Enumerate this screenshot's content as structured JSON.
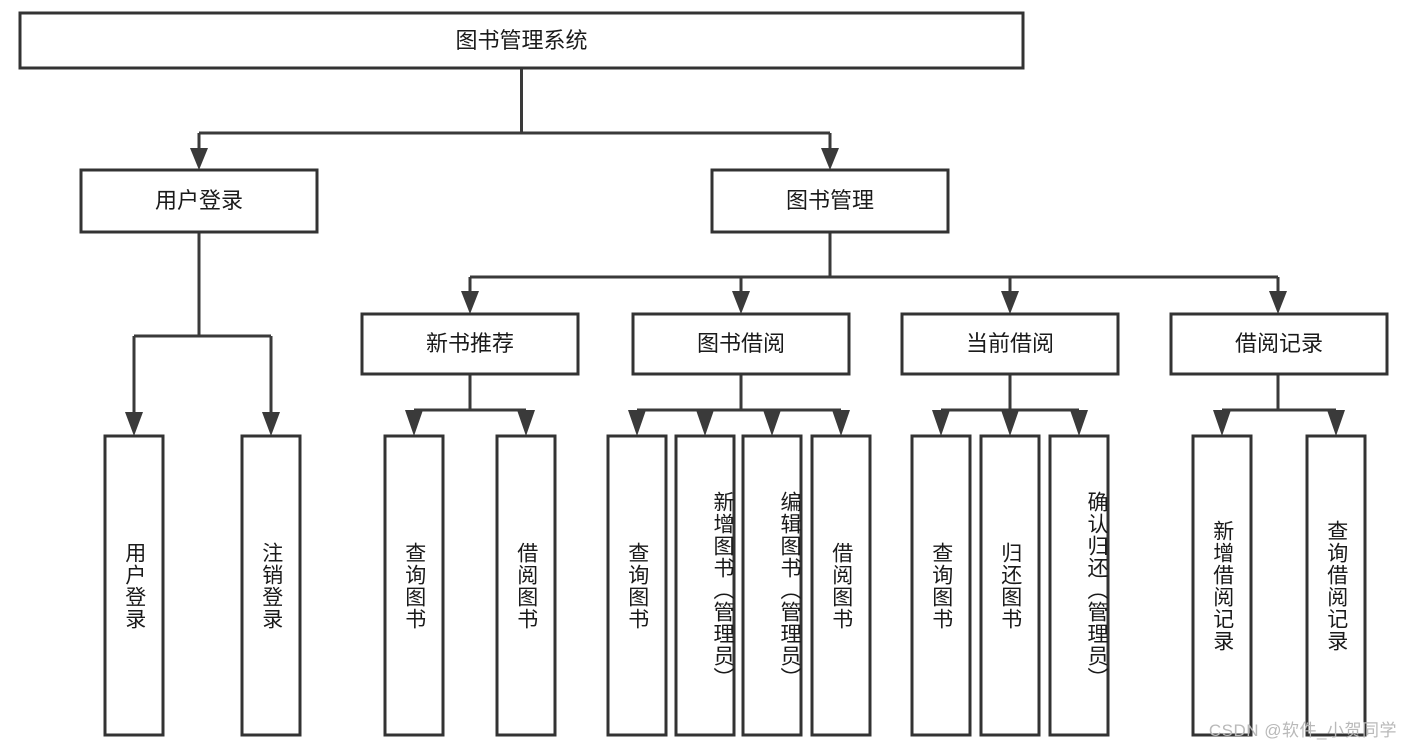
{
  "diagram": {
    "type": "tree",
    "title": "图书管理系统",
    "orientation": "top-down",
    "root": {
      "id": "root",
      "label": "图书管理系统"
    },
    "level2": [
      {
        "id": "user-login",
        "label": "用户登录"
      },
      {
        "id": "book-manage",
        "label": "图书管理"
      }
    ],
    "level3": [
      {
        "id": "new-book-rec",
        "label": "新书推荐",
        "parent": "book-manage"
      },
      {
        "id": "book-borrow",
        "label": "图书借阅",
        "parent": "book-manage"
      },
      {
        "id": "current-borrow",
        "label": "当前借阅",
        "parent": "book-manage"
      },
      {
        "id": "borrow-record",
        "label": "借阅记录",
        "parent": "book-manage"
      }
    ],
    "leaves": [
      {
        "id": "leaf-user-login",
        "label": "用户登录",
        "parent": "user-login"
      },
      {
        "id": "leaf-logout",
        "label": "注销登录",
        "parent": "user-login"
      },
      {
        "id": "leaf-query-book-1",
        "label": "查询图书",
        "parent": "new-book-rec"
      },
      {
        "id": "leaf-borrow-book-1",
        "label": "借阅图书",
        "parent": "new-book-rec"
      },
      {
        "id": "leaf-query-book-2",
        "label": "查询图书",
        "parent": "book-borrow"
      },
      {
        "id": "leaf-add-book",
        "label": "新增图书（管理员）",
        "parent": "book-borrow"
      },
      {
        "id": "leaf-edit-book",
        "label": "编辑图书（管理员）",
        "parent": "book-borrow"
      },
      {
        "id": "leaf-borrow-book-2",
        "label": "借阅图书",
        "parent": "book-borrow"
      },
      {
        "id": "leaf-query-book-3",
        "label": "查询图书",
        "parent": "current-borrow"
      },
      {
        "id": "leaf-return-book",
        "label": "归还图书",
        "parent": "current-borrow"
      },
      {
        "id": "leaf-confirm-return",
        "label": "确认归还（管理员）",
        "parent": "current-borrow"
      },
      {
        "id": "leaf-add-record",
        "label": "新增借阅记录",
        "parent": "borrow-record"
      },
      {
        "id": "leaf-query-record",
        "label": "查询借阅记录",
        "parent": "borrow-record"
      }
    ],
    "colors": {
      "box_fill": "#ffffff",
      "box_stroke": "#333333",
      "connector": "#3a3a3a",
      "text": "#1a1a1a",
      "background": "#ffffff",
      "watermark": "#b9b9b9"
    }
  },
  "watermark": {
    "text": "CSDN @软件_小贺同学"
  }
}
